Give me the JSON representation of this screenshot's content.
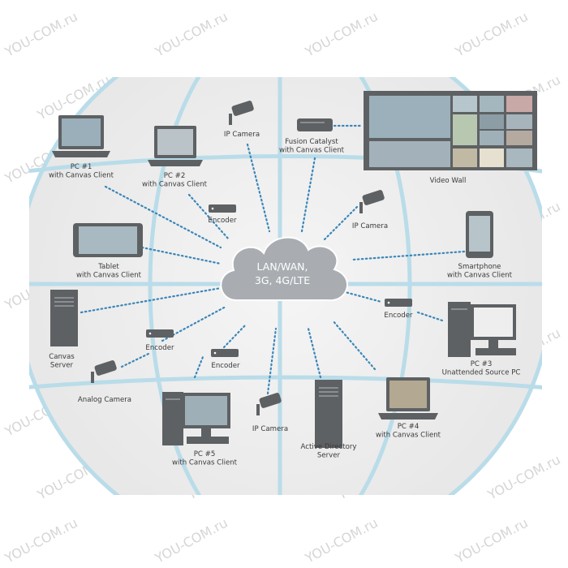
{
  "watermark": "YOU-COM.ru",
  "cloud": {
    "line1": "LAN/WAN,",
    "line2": "3G, 4G/LTE"
  },
  "labels": {
    "pc1": [
      "PC #1",
      "with Canvas Client"
    ],
    "pc2": [
      "PC #2",
      "with Canvas Client"
    ],
    "ipcam_top": [
      "IP Camera"
    ],
    "fusion": [
      "Fusion Catalyst",
      "with Canvas Client"
    ],
    "videowall": [
      "Video Wall"
    ],
    "encoder_top": [
      "Encoder"
    ],
    "ipcam_right": [
      "IP Camera"
    ],
    "tablet": [
      "Tablet",
      "with Canvas Client"
    ],
    "smartphone": [
      "Smartphone",
      "with Canvas Client"
    ],
    "encoder_right": [
      "Encoder"
    ],
    "pc3": [
      "PC #3",
      "Unattended Source PC"
    ],
    "canvas_server": [
      "Canvas",
      "Server"
    ],
    "encoder_left": [
      "Encoder"
    ],
    "encoder_bottom": [
      "Encoder"
    ],
    "analog_camera": [
      "Analog Camera"
    ],
    "pc4": [
      "PC #4",
      "with Canvas Client"
    ],
    "pc5": [
      "PC #5",
      "with Canvas Client"
    ],
    "ipcam_bottom": [
      "IP Camera"
    ],
    "active_directory": [
      "Active Directory",
      "Server"
    ]
  },
  "colors": {
    "globe_fill": "#eeeeee",
    "globe_lines": "#b9dce9",
    "link_dots": "#3a86b8",
    "device": "#5e6163",
    "cloud": "#a9adb1",
    "screen": "#8fa3ad"
  }
}
